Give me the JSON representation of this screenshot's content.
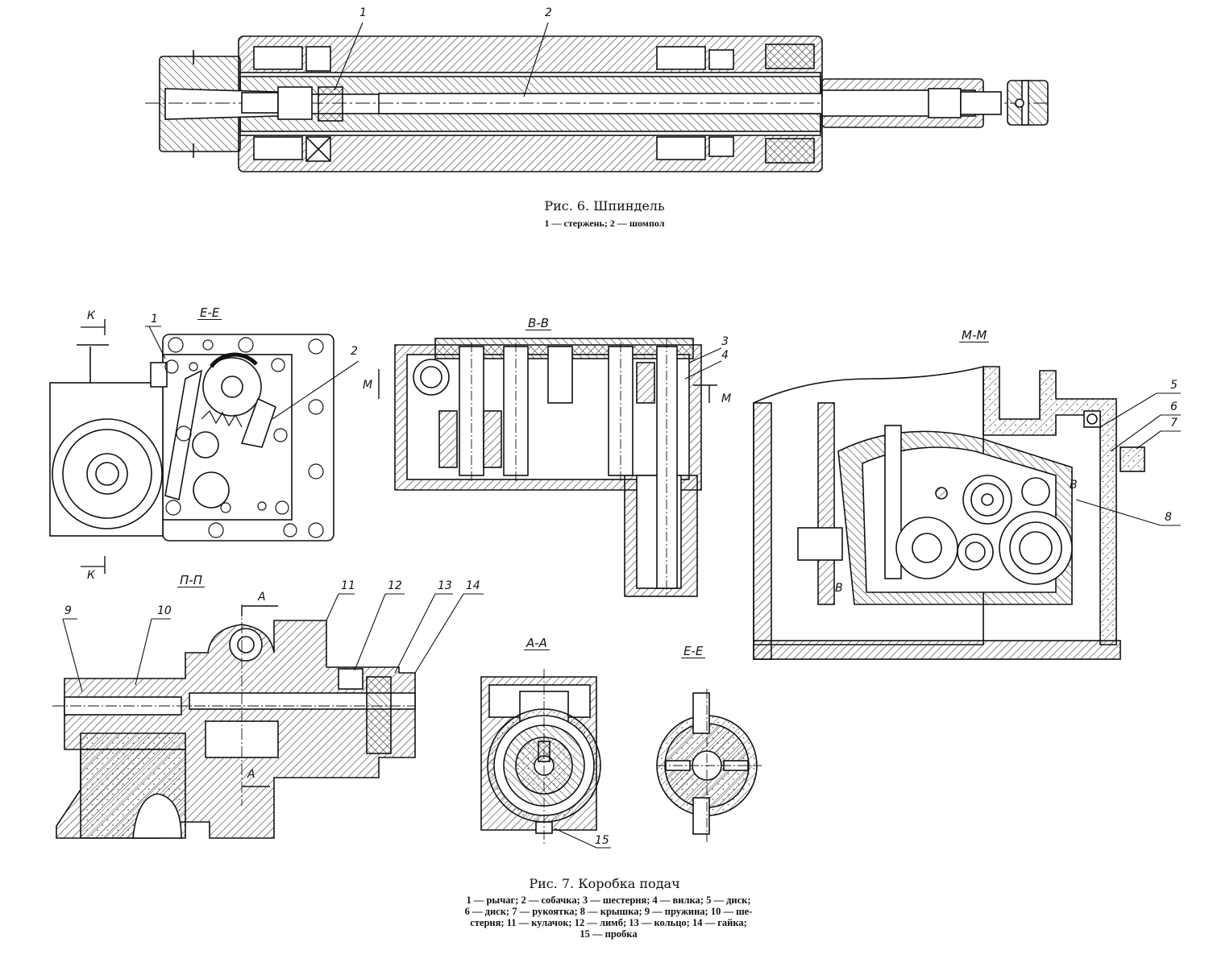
{
  "figure6": {
    "title": "Рис. 6. Шпиндель",
    "legend": "1 — стержень; 2 — шомпол",
    "callouts": [
      "1",
      "2"
    ]
  },
  "figure7": {
    "title": "Рис. 7. Коробка подач",
    "legend_lines": [
      "1 — рычаг; 2 — собачка; 3 — шестерня; 4 — вилка; 5 — диск;",
      "6 — диск; 7 — рукоятка; 8 — крышка; 9 — пружина; 10 — ше-",
      "стерня; 11 — кулачок; 12 — лимб; 13 — кольцо; 14 — гайка;",
      "15 — пробка"
    ],
    "section_labels": {
      "ee_top": "Е-Е",
      "bb": "В-В",
      "mm": "М-М",
      "pp": "П-П",
      "aa": "А-А",
      "ee_bottom": "Е-Е"
    },
    "cut_markers": {
      "k": "К",
      "m": "М",
      "a": "А",
      "v": "В"
    },
    "callouts": [
      "1",
      "2",
      "3",
      "4",
      "5",
      "6",
      "7",
      "8",
      "9",
      "10",
      "11",
      "12",
      "13",
      "14",
      "15"
    ]
  }
}
